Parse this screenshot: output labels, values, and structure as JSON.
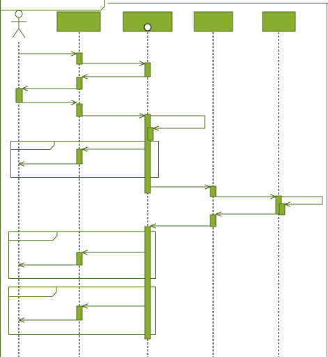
{
  "colors": {
    "line": "#4e6a1f",
    "fill": "#88ad2f",
    "fill_dark": "#5f7f1a",
    "bg": "#ffffff"
  },
  "frame": {
    "label": ""
  },
  "actor": {
    "name": ""
  },
  "lifelines": [
    {
      "name": "",
      "kind": "actor"
    },
    {
      "name": "",
      "kind": "object"
    },
    {
      "name": "",
      "kind": "object"
    },
    {
      "name": "",
      "kind": "object"
    },
    {
      "name": "",
      "kind": "object"
    }
  ],
  "fragments": [
    {
      "label": ""
    },
    {
      "label": ""
    },
    {
      "label": ""
    }
  ],
  "messages": [
    {
      "label": ""
    },
    {
      "label": ""
    },
    {
      "label": ""
    },
    {
      "label": ""
    },
    {
      "label": ""
    },
    {
      "label": ""
    },
    {
      "label": ""
    },
    {
      "label": ""
    },
    {
      "label": ""
    },
    {
      "label": ""
    },
    {
      "label": ""
    },
    {
      "label": ""
    },
    {
      "label": ""
    },
    {
      "label": ""
    },
    {
      "label": ""
    },
    {
      "label": ""
    },
    {
      "label": ""
    },
    {
      "label": ""
    },
    {
      "label": ""
    }
  ]
}
